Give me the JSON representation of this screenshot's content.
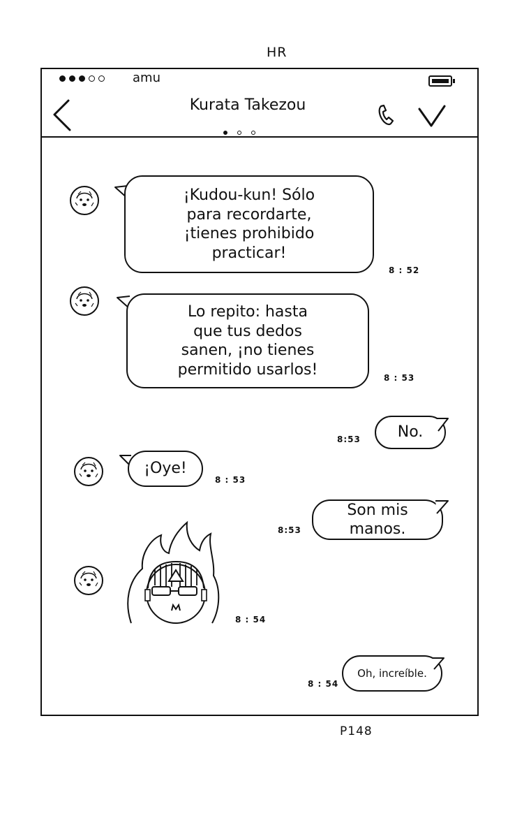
{
  "page_label": "HR",
  "page_number": "P148",
  "status_bar": {
    "carrier": "amu",
    "signal_dots": [
      true,
      true,
      true,
      false,
      false
    ]
  },
  "header": {
    "contact_name": "Kurata Takezou",
    "pager": [
      true,
      false,
      false
    ]
  },
  "icons": {
    "back": "chevron-left-icon",
    "call": "phone-icon",
    "confirm": "checkmark-icon",
    "battery": "battery-icon",
    "avatar": "dog-avatar-icon"
  },
  "messages": [
    {
      "from": "contact",
      "text": "¡Kudou-kun! Sólo\npara recordarte,\n¡tienes prohibido\npracticar!",
      "time": "8 : 52"
    },
    {
      "from": "contact",
      "text": "Lo repito: hasta\nque tus dedos\nsanen, ¡no tienes\npermitido usarlos!",
      "time": "8 : 53"
    },
    {
      "from": "me",
      "text": "No.",
      "time": "8:53"
    },
    {
      "from": "contact",
      "text": "¡Oye!",
      "time": "8 : 53"
    },
    {
      "from": "me",
      "text": "Son mis\nmanos.",
      "time": "8:53"
    },
    {
      "from": "contact",
      "type": "sticker",
      "sticker": "angry-face-fire-sticker",
      "time": "8 : 54"
    },
    {
      "from": "me",
      "text": "Oh, increíble.",
      "time": "8 : 54"
    }
  ]
}
